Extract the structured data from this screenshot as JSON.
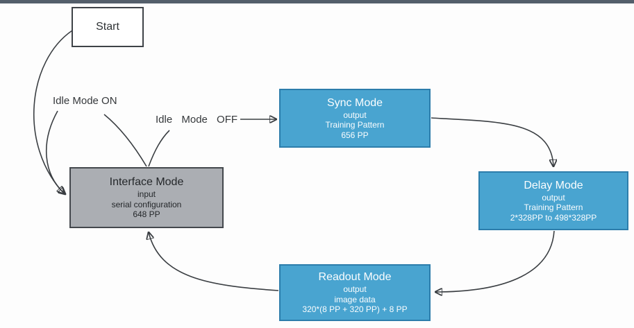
{
  "diagram": {
    "start": {
      "label": "Start"
    },
    "sync": {
      "title": "Sync Mode",
      "line1": "output",
      "line2": "Training Pattern",
      "line3": "656 PP"
    },
    "interface": {
      "title": "Interface Mode",
      "line1": "input",
      "line2": "serial configuration",
      "line3": "648 PP"
    },
    "delay": {
      "title": "Delay Mode",
      "line1": "output",
      "line2": "Training Pattern",
      "line3": "2*328PP to 498*328PP"
    },
    "readout": {
      "title": "Readout Mode",
      "line1": "output",
      "line2": "image data",
      "line3": "320*(8 PP + 320 PP) + 8 PP"
    },
    "edge_labels": {
      "idle_on": "Idle Mode ON",
      "idle_off": "Idle Mode OFF"
    },
    "colors": {
      "node_blue_fill": "#49a4d0",
      "node_blue_border": "#2c7dab",
      "node_gray_fill": "#abaeb3",
      "node_gray_border": "#44484d",
      "arrow": "#3a3e42",
      "top_bar": "#545f6b"
    }
  }
}
